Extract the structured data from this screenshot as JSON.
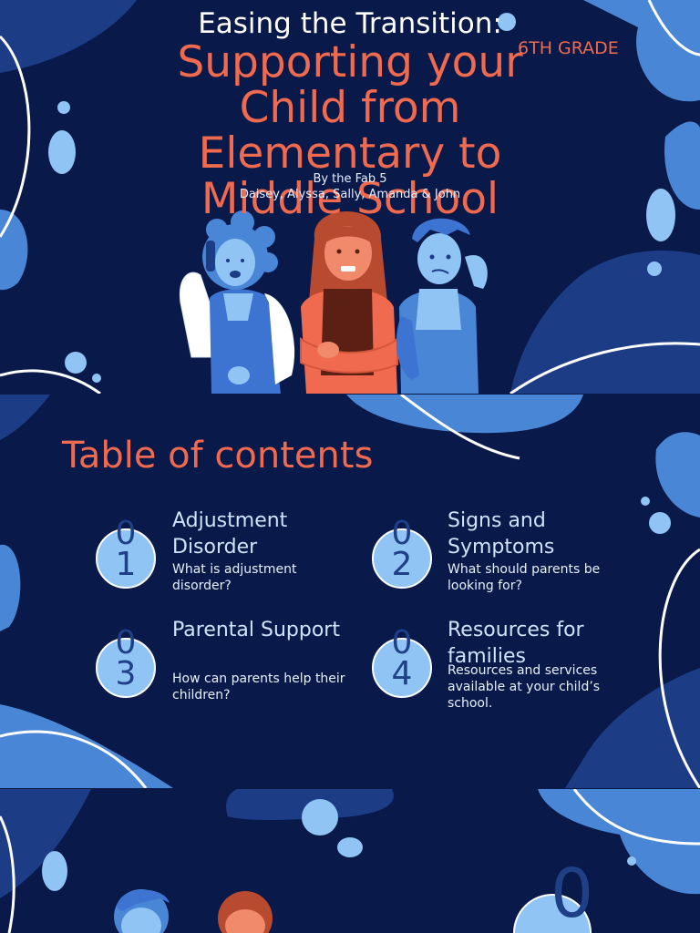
{
  "slide1": {
    "pre_title": "Easing the Transition:",
    "grade": "6TH GRADE",
    "title_lines": [
      "Supporting your",
      "Child from",
      "Elementary to",
      "Middle School"
    ],
    "byline": "By the Fab 5",
    "names": "Daisey, Alyssa, Sally, Amanda & John"
  },
  "slide2": {
    "title": "Table of contents",
    "items": [
      {
        "number": "01",
        "title": "Adjustment Disorder",
        "desc": "What is adjustment disorder?"
      },
      {
        "number": "02",
        "title": "Signs and Symptoms",
        "desc": "What should parents be looking for?"
      },
      {
        "number": "03",
        "title": "Parental Support",
        "desc": "How can parents help their children?"
      },
      {
        "number": "04",
        "title": "Resources for families",
        "desc": "Resources and services available at your child’s school."
      }
    ]
  },
  "slide3": {
    "number_partial": "0"
  },
  "colors": {
    "background": "#08194a",
    "accent": "#ef6a4f",
    "blob_light": "#8fc4f4",
    "blob_mid": "#4a86d6",
    "blob_dark": "#1c3c86"
  }
}
